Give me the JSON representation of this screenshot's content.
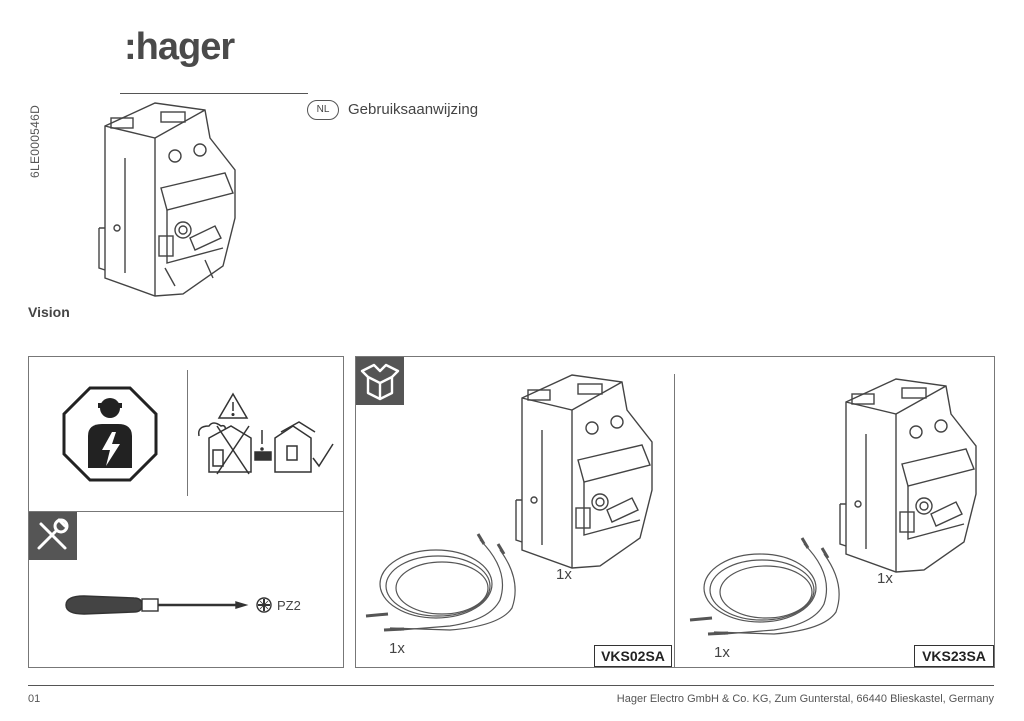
{
  "header": {
    "brand": ":hager",
    "doc_code": "6LE000546D",
    "language_code": "NL",
    "language_label": "Gebruiksaanwijzing"
  },
  "section": {
    "title": "Vision"
  },
  "tools": {
    "screwdriver_bit": "PZ2"
  },
  "contents": {
    "items": [
      {
        "quantity_device": "1x",
        "quantity_cable": "1x",
        "reference": "VKS02SA"
      },
      {
        "quantity_device": "1x",
        "quantity_cable": "1x",
        "reference": "VKS23SA"
      }
    ]
  },
  "footer": {
    "page_number": "01",
    "company": "Hager Electro GmbH & Co. KG, Zum Gunterstal, 66440 Blieskastel, Germany"
  },
  "colors": {
    "icon_background": "#555555",
    "line": "#555555"
  }
}
